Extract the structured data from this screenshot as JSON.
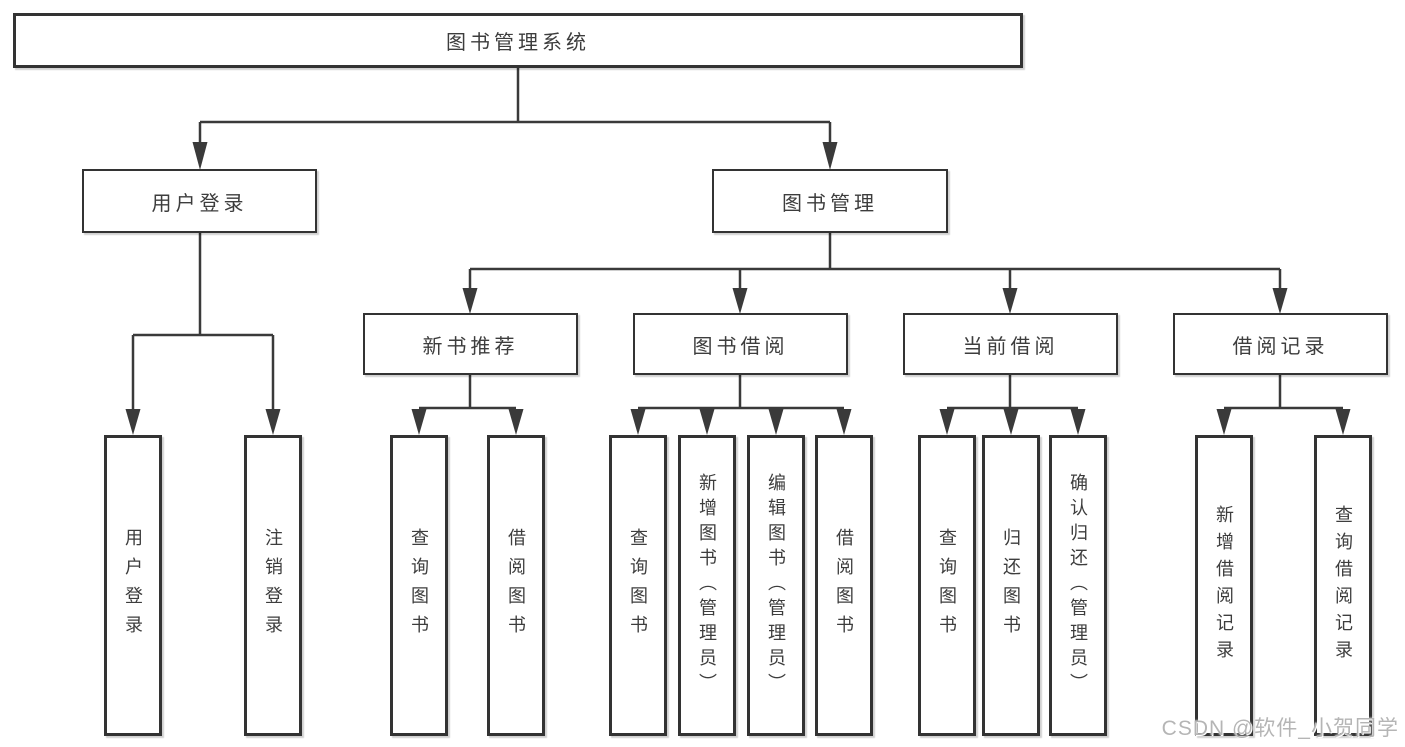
{
  "root": {
    "label": "图书管理系统"
  },
  "level2": {
    "user_login": {
      "label": "用户登录"
    },
    "book_management": {
      "label": "图书管理"
    }
  },
  "level3": {
    "new_book_recommend": {
      "label": "新书推荐"
    },
    "book_borrow": {
      "label": "图书借阅"
    },
    "current_borrow": {
      "label": "当前借阅"
    },
    "borrow_records": {
      "label": "借阅记录"
    }
  },
  "leaves": {
    "user_login_children": [
      {
        "label": "用户登录"
      },
      {
        "label": "注销登录"
      }
    ],
    "new_book_children": [
      {
        "label": "查询图书"
      },
      {
        "label": "借阅图书"
      }
    ],
    "book_borrow_children": [
      {
        "label": "查询图书"
      },
      {
        "label": "新增图书（管理员）"
      },
      {
        "label": "编辑图书（管理员）"
      },
      {
        "label": "借阅图书"
      }
    ],
    "current_borrow_children": [
      {
        "label": "查询图书"
      },
      {
        "label": "归还图书"
      },
      {
        "label": "确认归还（管理员）"
      }
    ],
    "borrow_records_children": [
      {
        "label": "新增借阅记录"
      },
      {
        "label": "查询借阅记录"
      }
    ]
  },
  "watermark": {
    "text": "CSDN @软件_小贺同学",
    "color": "#b5b5b5"
  },
  "colors": {
    "line": "#3a3a3a",
    "box_border": "#333333",
    "text": "#3d3d3d",
    "background": "#ffffff"
  }
}
